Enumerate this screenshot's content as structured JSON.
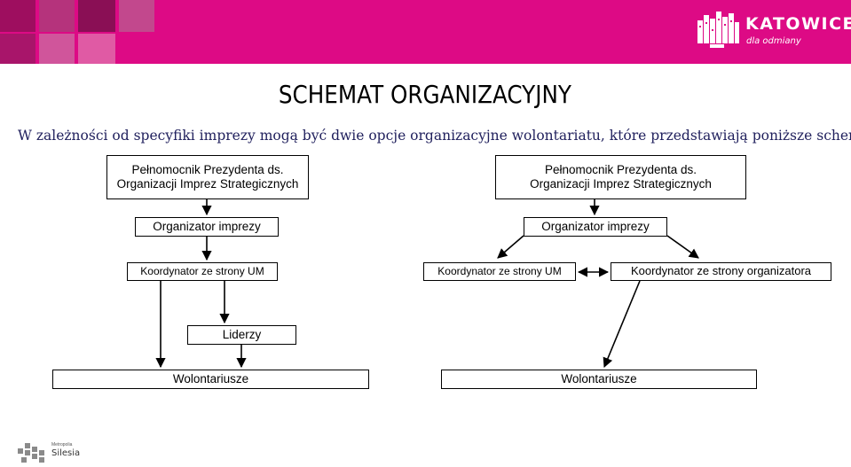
{
  "header": {
    "brand_color": "#dd0a85",
    "logo_title": "KATOWICE",
    "logo_subtitle": "dla odmiany"
  },
  "title": "SCHEMAT ORGANIZACYJNY",
  "intro": "W zależności od specyfiki imprezy mogą być dwie opcje organizacyjne wolontariatu, które przedstawiają poniższe schematy.",
  "left_diagram": {
    "plenipotentiary": "Pełnomocnik Prezydenta ds.\nOrganizacji Imprez Strategicznych",
    "organizer": "Organizator imprezy",
    "coordinator": "Koordynator ze strony UM",
    "leaders": "Liderzy",
    "volunteers": "Wolontariusze"
  },
  "right_diagram": {
    "plenipotentiary": "Pełnomocnik Prezydenta ds.\nOrganizacji Imprez Strategicznych",
    "organizer": "Organizator imprezy",
    "coordinator_um": "Koordynator ze strony UM",
    "coordinator_org": "Koordynator ze strony organizatora",
    "volunteers": "Wolontariusze"
  },
  "footer": {
    "line1": "Metropolia",
    "line2": "Silesia"
  }
}
